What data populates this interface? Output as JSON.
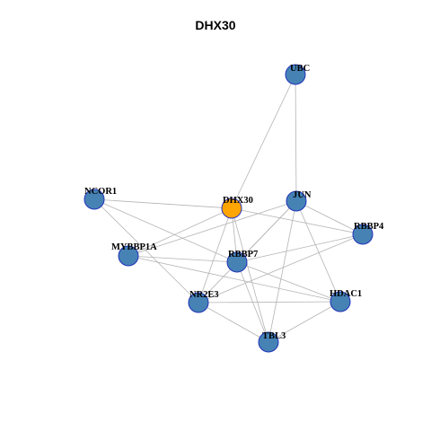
{
  "title": "DHX30",
  "colors": {
    "focus_node": "#FFA500",
    "node": "#4682B4",
    "node_border": "#2233BB",
    "edge": "#B4B4B4"
  },
  "nodes": [
    {
      "id": "UBC",
      "label": "UBC",
      "role": "neighbor"
    },
    {
      "id": "NCOR1",
      "label": "NCOR1",
      "role": "neighbor"
    },
    {
      "id": "DHX30",
      "label": "DHX30",
      "role": "focus"
    },
    {
      "id": "JUN",
      "label": "JUN",
      "role": "neighbor"
    },
    {
      "id": "RBBP4",
      "label": "RBBP4",
      "role": "neighbor"
    },
    {
      "id": "MYBBP1A",
      "label": "MYBBP1A",
      "role": "neighbor"
    },
    {
      "id": "RBBP7",
      "label": "RBBP7",
      "role": "neighbor"
    },
    {
      "id": "NR2E3",
      "label": "NR2E3",
      "role": "neighbor"
    },
    {
      "id": "HDAC1",
      "label": "HDAC1",
      "role": "neighbor"
    },
    {
      "id": "TBL3",
      "label": "TBL3",
      "role": "neighbor"
    }
  ],
  "edges": [
    [
      "UBC",
      "DHX30"
    ],
    [
      "UBC",
      "JUN"
    ],
    [
      "NCOR1",
      "DHX30"
    ],
    [
      "NCOR1",
      "RBBP7"
    ],
    [
      "NCOR1",
      "NR2E3"
    ],
    [
      "DHX30",
      "MYBBP1A"
    ],
    [
      "DHX30",
      "RBBP7"
    ],
    [
      "DHX30",
      "NR2E3"
    ],
    [
      "DHX30",
      "TBL3"
    ],
    [
      "DHX30",
      "RBBP4"
    ],
    [
      "JUN",
      "MYBBP1A"
    ],
    [
      "JUN",
      "NR2E3"
    ],
    [
      "JUN",
      "RBBP4"
    ],
    [
      "JUN",
      "HDAC1"
    ],
    [
      "JUN",
      "TBL3"
    ],
    [
      "JUN",
      "RBBP7"
    ],
    [
      "MYBBP1A",
      "RBBP7"
    ],
    [
      "MYBBP1A",
      "HDAC1"
    ],
    [
      "RBBP7",
      "HDAC1"
    ],
    [
      "RBBP7",
      "TBL3"
    ],
    [
      "RBBP4",
      "RBBP7"
    ],
    [
      "RBBP4",
      "NR2E3"
    ],
    [
      "NR2E3",
      "HDAC1"
    ],
    [
      "NR2E3",
      "TBL3"
    ],
    [
      "HDAC1",
      "TBL3"
    ]
  ]
}
